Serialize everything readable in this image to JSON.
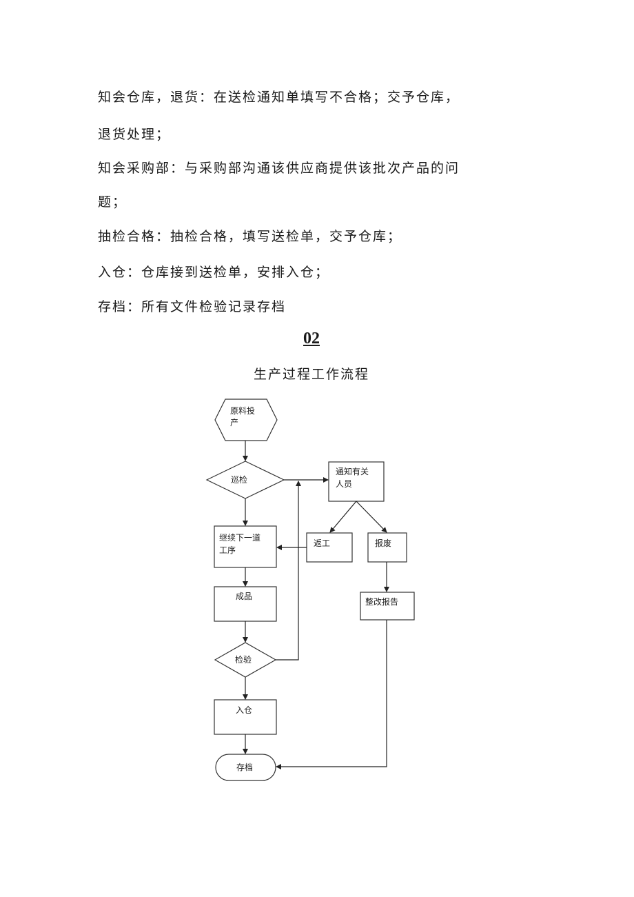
{
  "paragraphs": [
    "知会仓库，退货：在送检通知单填写不合格；交予仓库，",
    "退货处理；",
    "知会采购部：与采购部沟通该供应商提供该批次产品的问",
    "题；",
    "抽检合格：抽检合格，填写送检单，交予仓库；",
    "入仓：仓库接到送检单，安排入仓；",
    "存档：所有文件检验记录存档"
  ],
  "section": {
    "number": "02",
    "title": "生产过程工作流程"
  },
  "flowchart": {
    "start": [
      "原料投",
      "产"
    ],
    "patrol_check": "巡检",
    "continue_process": [
      "继续下一道",
      "工序"
    ],
    "finished_product": "成品",
    "inspection": "检验",
    "warehousing": "入仓",
    "archive": "存档",
    "notify": [
      "通知有关",
      "人员"
    ],
    "rework": "返工",
    "scrap": "报废",
    "rectification_report": "整改报告"
  }
}
